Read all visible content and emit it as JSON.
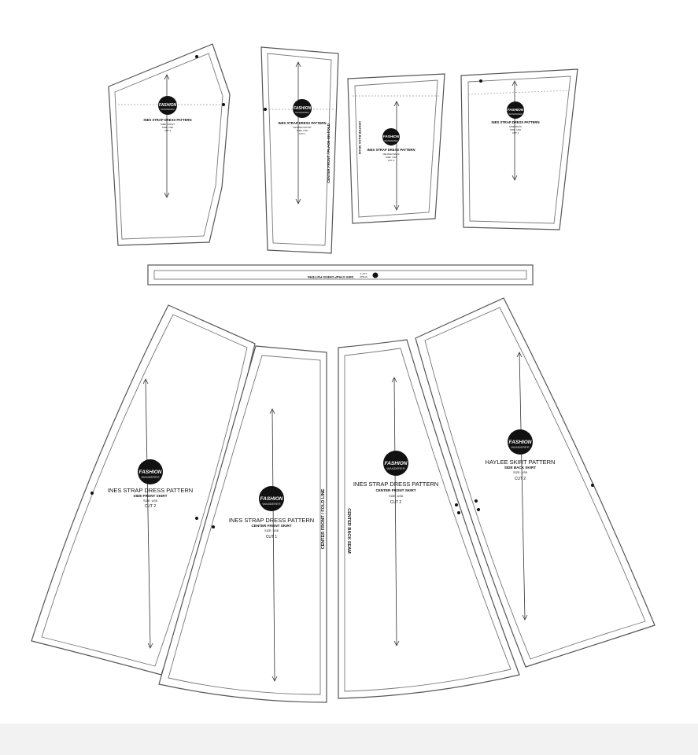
{
  "colors": {
    "ink": "#111111",
    "outline": "#555555",
    "paper": "#ffffff",
    "footer": "#f2f2f2"
  },
  "logo": {
    "word": "FASHION",
    "sub": "WANDERER"
  },
  "top_pieces": {
    "p1": {
      "title": "INES STRAP DRESS PATTERN",
      "sub": "SIDE FRONT",
      "size": "SIZE: US6",
      "cut": "CUT 2"
    },
    "p2": {
      "title": "INES STRAP DRESS PATTERN",
      "sub": "CENTER FRONT",
      "size": "SIZE: US6",
      "cut": "CUT 1",
      "side_label": "CENTER FRONT / PLACE ON FOLD"
    },
    "p3": {
      "title": "INES STRAP DRESS PATTERN",
      "sub": "CENTER BACK",
      "size": "SIZE: US6",
      "cut": "CUT 2",
      "side_label": "CENTER BACK SEAM"
    },
    "p4": {
      "title": "INES STRAP DRESS PATTERN",
      "sub": "SIDE BACK",
      "size": "SIZE: US6",
      "cut": "CUT 2"
    }
  },
  "strap": {
    "title": "INES STRAP DRESS PATTERN",
    "sub": "STRAP",
    "cut": "CUT 2"
  },
  "skirt_pieces": {
    "s1": {
      "title": "INES STRAP DRESS PATTERN",
      "sub": "SIDE FRONT SKIRT",
      "size": "SIZE: US6",
      "cut": "CUT 2"
    },
    "s2": {
      "title": "INES STRAP DRESS PATTERN",
      "sub": "CENTER FRONT SKIRT",
      "size": "SIZE: US6",
      "cut": "CUT 1",
      "side_label": "CENTER FRONT / FOLD LINE"
    },
    "s3": {
      "title": "INES STRAP DRESS PATTERN",
      "sub": "CENTER FRONT SKIRT",
      "size": "SIZE: US6",
      "cut": "CUT 2",
      "side_label": "CENTER BACK SEAM"
    },
    "s4": {
      "title": "HAYLEE SKIRT PATTERN",
      "sub": "SIDE BACK SKIRT",
      "size": "SIZE: US6",
      "cut": "CUT 2"
    }
  }
}
